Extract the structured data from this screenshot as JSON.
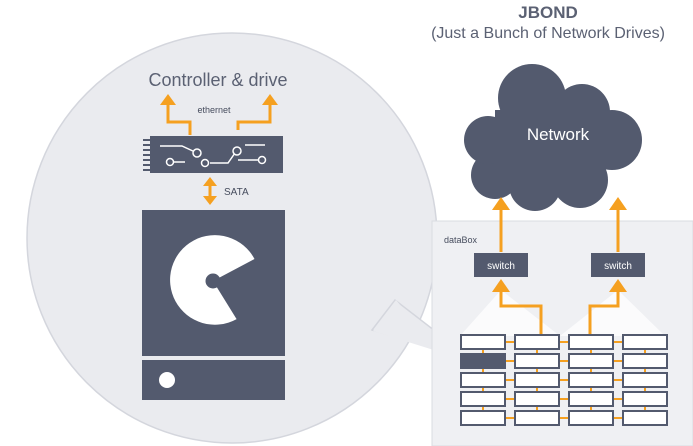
{
  "title": "JBOND",
  "subtitle": "(Just a Bunch of Network Drives)",
  "bubble": {
    "heading": "Controller & drive",
    "ethernet_label": "ethernet",
    "sata_label": "SATA"
  },
  "network_label": "Network",
  "databox_label": "dataBox",
  "switch_left_label": "switch",
  "switch_right_label": "switch",
  "colors": {
    "accent_orange": "#f5a020",
    "slate": "#535a6e",
    "bubble_fill": "#eaebef",
    "databox_fill": "#eff0f3"
  },
  "icons": [
    "circuit-board-icon",
    "hard-drive-icon",
    "cloud-icon",
    "drive-grid-icon"
  ]
}
